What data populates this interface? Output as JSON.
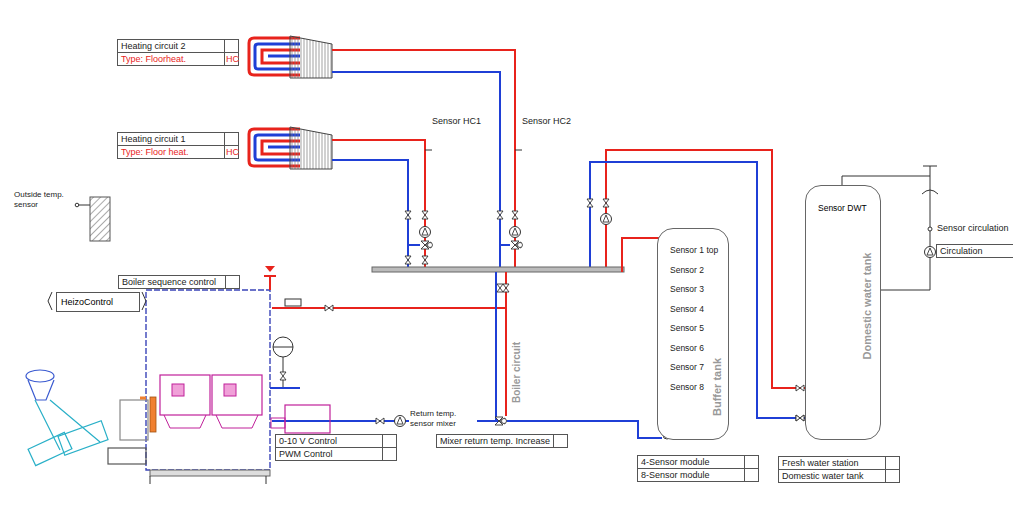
{
  "diagram": {
    "nodes": [
      {
        "text": [
          "Heating circuit 2",
          "Type: Floorheat.",
          "HC"
        ]
      },
      {
        "text": [
          "Heating circuit 1",
          "Type: Floor heat.",
          "HC"
        ]
      },
      {
        "text": [
          "Boiler sequence control"
        ]
      },
      {
        "text": [
          "HeizoControl"
        ]
      },
      {
        "text": [
          "0-10 V Control",
          "PWM Control"
        ]
      },
      {
        "text": [
          "Mixer return temp. Increase"
        ]
      },
      {
        "text": [
          "Sensor 1 top",
          "Sensor 2",
          "Sensor 3",
          "Sensor 4",
          "Sensor 5",
          "Sensor 6",
          "Sensor 7",
          "Sensor 8",
          "Buffer tank"
        ]
      },
      {
        "text": [
          "4-Sensor module",
          "8-Sensor module"
        ]
      },
      {
        "text": [
          "Sensor DWT",
          "Domestic water tank"
        ]
      },
      {
        "text": [
          "Circulation"
        ]
      },
      {
        "text": [
          "Fresh water station",
          "Domestic water tank"
        ]
      }
    ],
    "labels": [
      "Outside temp. sensor",
      "Sensor HC1",
      "Sensor HC2",
      "Return temp. sensor mixer",
      "Boiler circuit",
      "Sensor circulation"
    ]
  }
}
